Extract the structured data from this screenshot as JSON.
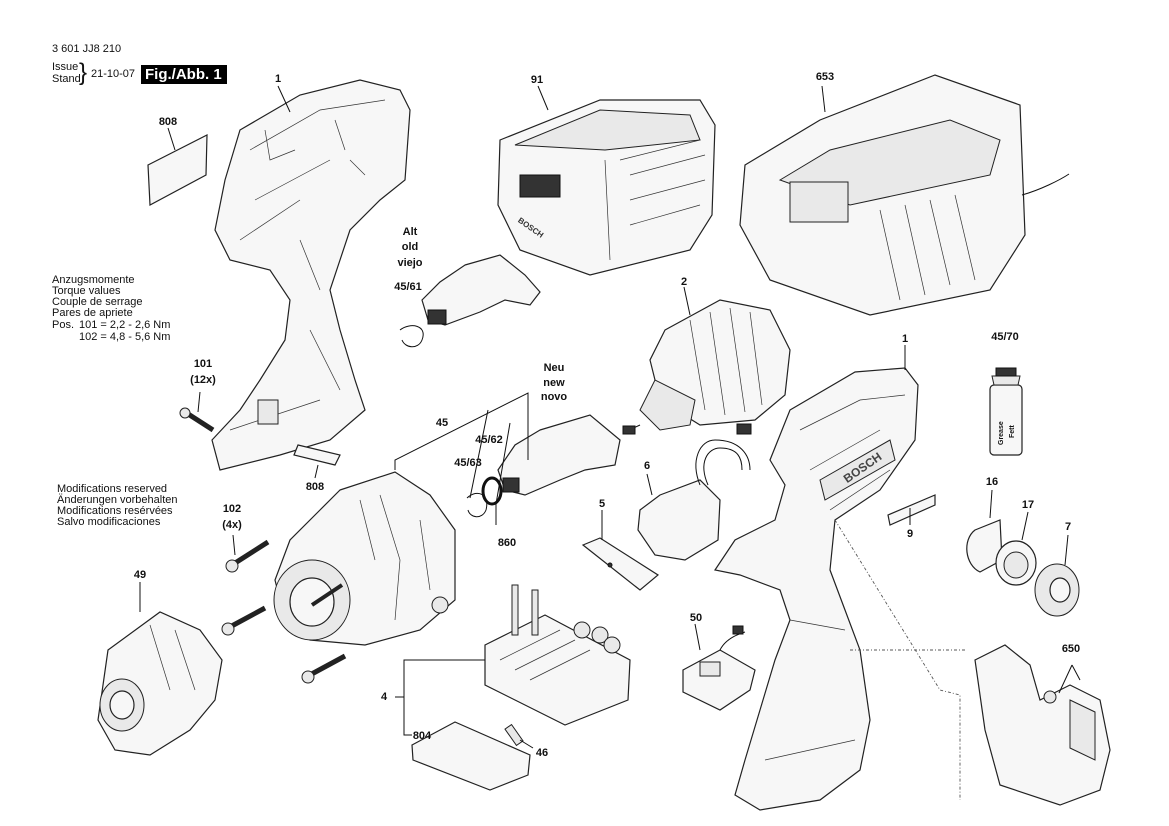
{
  "header": {
    "doc_number": "3 601 JJ8 210",
    "issue_label": "Issue",
    "stand_label": "Stand",
    "date": "21-10-07",
    "figure_tag": "Fig./Abb. 1"
  },
  "torque": {
    "lines": [
      "Anzugsmomente",
      "Torque values",
      "Couple de serrage",
      "Pares de apriete"
    ],
    "pos_prefix": "Pos.",
    "row1": "101 = 2,2 - 2,6 Nm",
    "row2": "102 = 4,8 - 5,6 Nm"
  },
  "modifications": {
    "lines": [
      "Modifications reserved",
      "Änderungen vorbehalten",
      "Modifications resérvées",
      "Salvo modificaciones"
    ]
  },
  "variants": {
    "old": [
      "Alt",
      "old",
      "viejo"
    ],
    "new": [
      "Neu",
      "new",
      "novo"
    ]
  },
  "parts": {
    "p1a": "1",
    "p808a": "808",
    "p101": "101",
    "p101qty": "(12x)",
    "p808b": "808",
    "p102": "102",
    "p102qty": "(4x)",
    "p49": "49",
    "p4561": "45/61",
    "p45": "45",
    "p4562": "45/62",
    "p4563": "45/63",
    "p860": "860",
    "p91": "91",
    "p653": "653",
    "p2": "2",
    "p6": "6",
    "p5": "5",
    "p4": "4",
    "p804": "804",
    "p46": "46",
    "p50": "50",
    "p1b": "1",
    "p4570": "45/70",
    "p9": "9",
    "p16": "16",
    "p17": "17",
    "p7": "7",
    "p650": "650"
  },
  "brand": "BOSCH",
  "grease_tube": [
    "Grease",
    "Fett"
  ]
}
